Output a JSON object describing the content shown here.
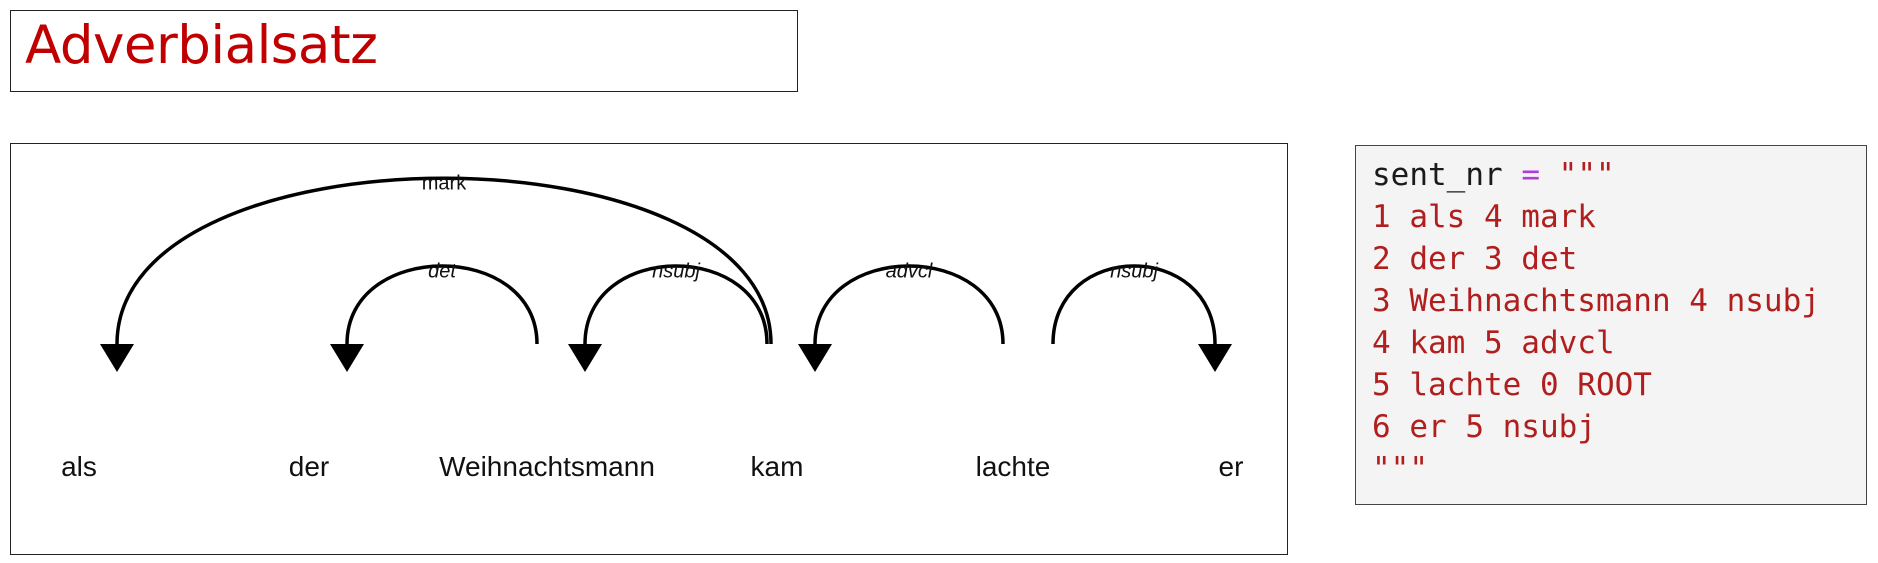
{
  "title": "Adverbialsatz",
  "diagram": {
    "tokens": [
      {
        "id": 1,
        "form": "als"
      },
      {
        "id": 2,
        "form": "der"
      },
      {
        "id": 3,
        "form": "Weihnachtsmann"
      },
      {
        "id": 4,
        "form": "kam"
      },
      {
        "id": 5,
        "form": "lachte"
      },
      {
        "id": 6,
        "form": "er"
      }
    ],
    "arcs": [
      {
        "head": 4,
        "dep": 1,
        "label": "mark"
      },
      {
        "head": 3,
        "dep": 2,
        "label": "det"
      },
      {
        "head": 4,
        "dep": 3,
        "label": "nsubj"
      },
      {
        "head": 5,
        "dep": 4,
        "label": "advcl"
      },
      {
        "head": 5,
        "dep": 6,
        "label": "nsubj"
      }
    ]
  },
  "code": {
    "var_name": "sent_nr",
    "operator": "=",
    "quote": "\"\"\"",
    "lines": [
      "1 als 4 mark",
      "2 der 3 det",
      "3 Weihnachtsmann 4 nsubj",
      "4 kam 5 advcl",
      "5 lachte 0 ROOT",
      "6 er 5 nsubj"
    ]
  },
  "colors": {
    "title": "#c00000",
    "code_string": "#b01e1e",
    "code_operator": "#b53bd8",
    "code_background": "#f4f4f4"
  }
}
